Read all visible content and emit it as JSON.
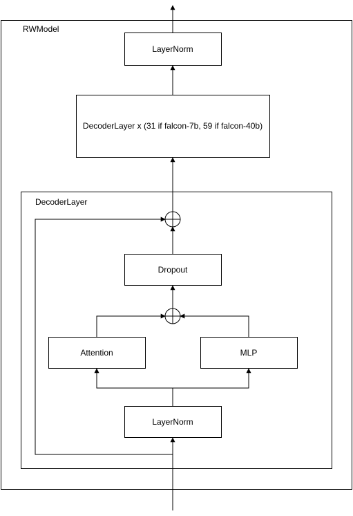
{
  "outer_container": {
    "label": "RWModel"
  },
  "inner_container": {
    "label": "DecoderLayer"
  },
  "blocks": {
    "top_layernorm": "LayerNorm",
    "decoder_stack": "DecoderLayer x (31 if falcon-7b, 59 if falcon-40b)",
    "dropout": "Dropout",
    "attention": "Attention",
    "mlp": "MLP",
    "bottom_layernorm": "LayerNorm"
  }
}
